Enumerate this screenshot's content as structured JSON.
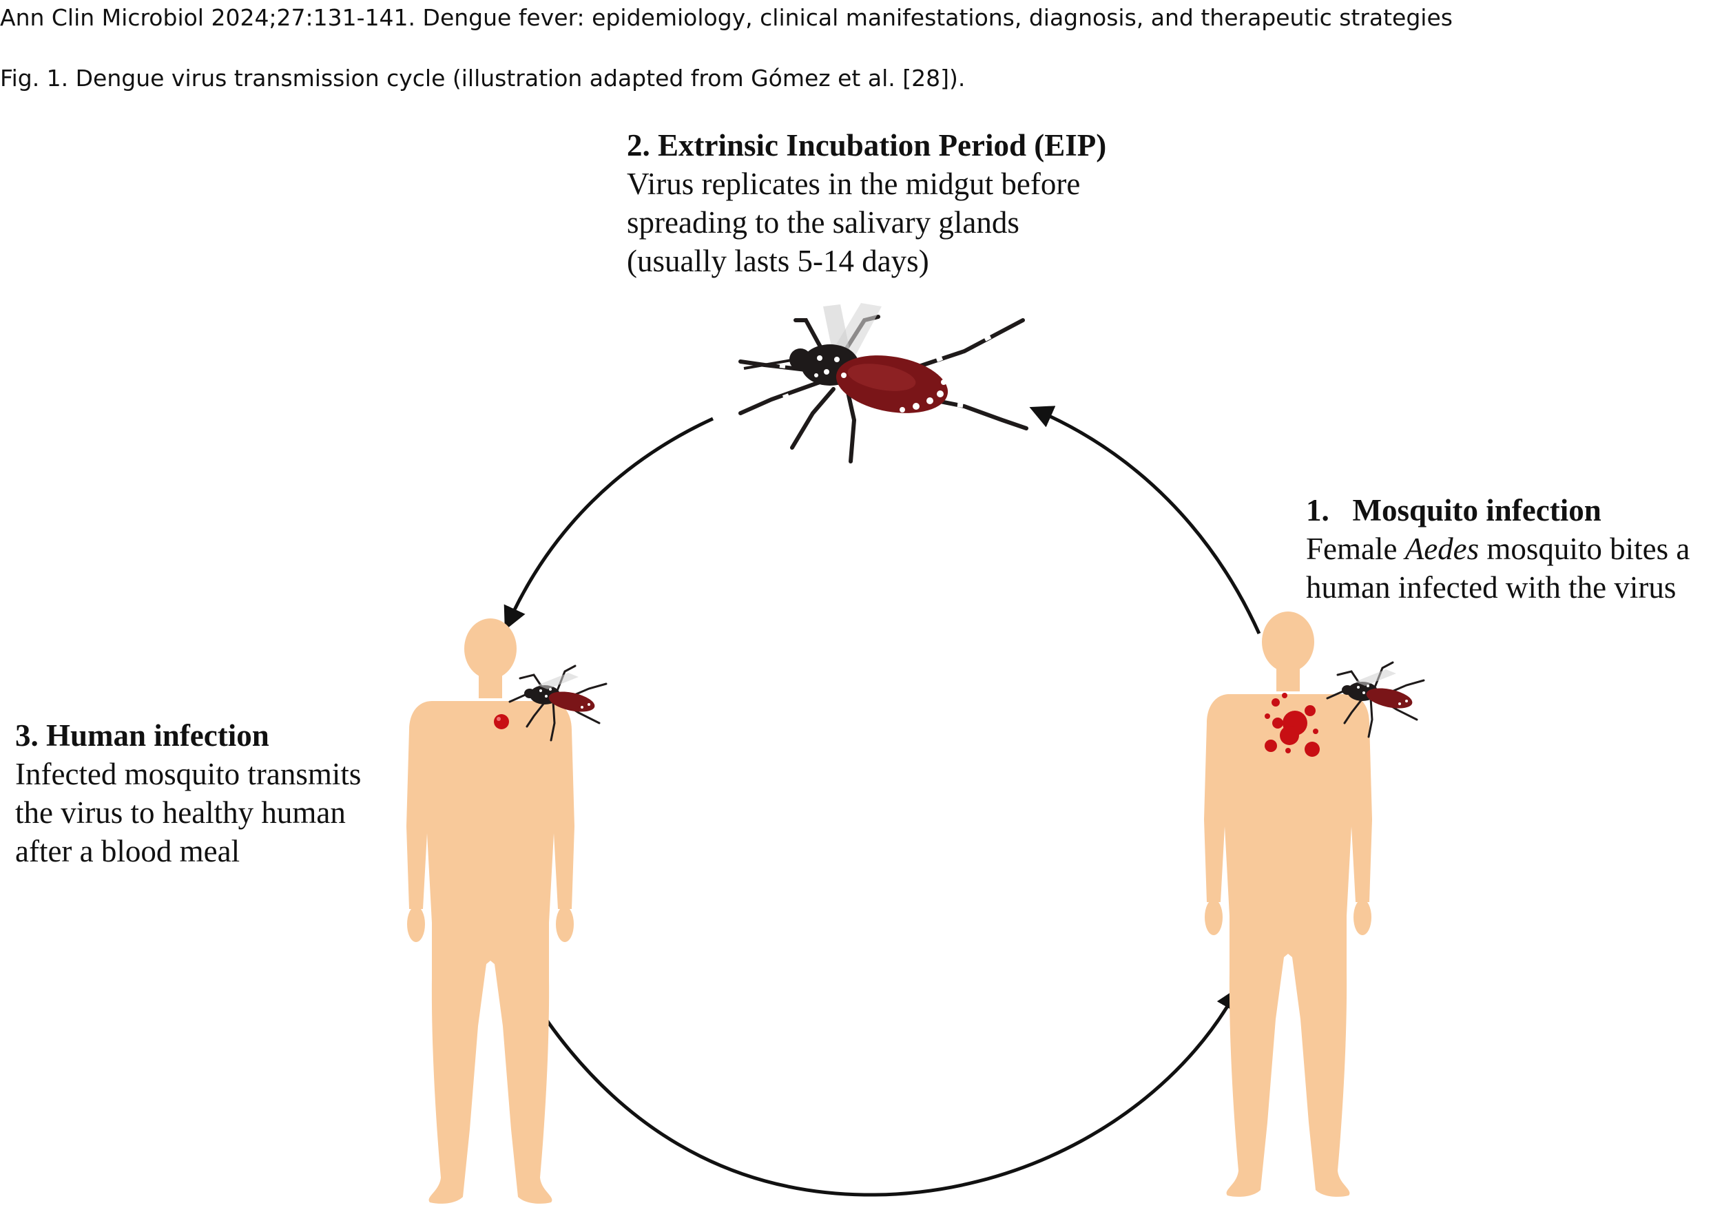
{
  "header": {
    "citation": "Ann Clin Microbiol 2024;27:131-141. Dengue fever: epidemiology, clinical manifestations, diagnosis, and therapeutic strategies",
    "caption": "Fig. 1. Dengue virus transmission cycle (illustration adapted from Gómez et al. [28])."
  },
  "steps": {
    "mosquito_infection": {
      "number": "1.",
      "title": "Mosquito infection",
      "line1_prefix": "Female ",
      "line1_italic": "Aedes",
      "line1_suffix": " mosquito bites a",
      "line2": "human infected with the virus"
    },
    "eip": {
      "title": "2. Extrinsic Incubation Period (EIP)",
      "line1": "Virus replicates in the midgut before",
      "line2": "spreading to the salivary glands",
      "line3": "(usually lasts 5-14 days)"
    },
    "human_infection": {
      "number": "3",
      "title": ". Human infection",
      "line1": "Infected mosquito transmits",
      "line2": "the virus to healthy human",
      "line3": "after a blood meal"
    }
  },
  "colors": {
    "skin": "#F8C99A",
    "blood": "#C80F14",
    "mosquito_body": "#1E1A1A",
    "abdomen": "#7A1518",
    "arrow": "#111111"
  },
  "icons": {
    "mosquito": "mosquito-icon",
    "human": "human-figure-icon"
  }
}
